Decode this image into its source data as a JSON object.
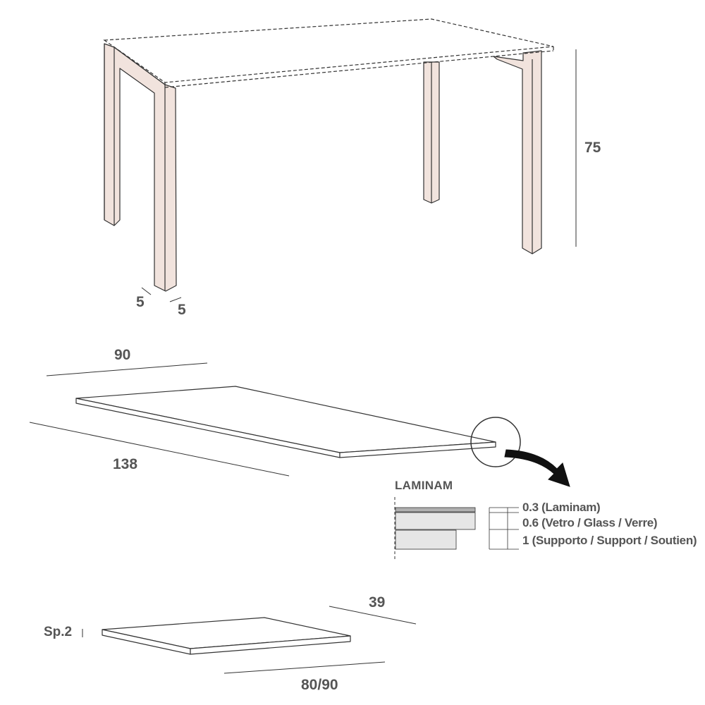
{
  "table_drawing": {
    "height_label": "75",
    "leg_width_label": "5",
    "leg_depth_label": "5"
  },
  "top_panel": {
    "width_label": "90",
    "length_label": "138"
  },
  "laminam_detail": {
    "title": "LAMINAM",
    "layers": [
      {
        "thickness_label": "0.3 (Laminam)"
      },
      {
        "thickness_label": "0.6 (Vetro / Glass / Verre)"
      },
      {
        "thickness_label": "1 (Supporto / Support / Soutien)"
      }
    ]
  },
  "extension_panel": {
    "thickness_label": "Sp.2",
    "depth_label": "39",
    "length_label": "80/90"
  },
  "colors": {
    "leg_fill": "#f1e3dd",
    "line": "#333333",
    "label_text": "#555555",
    "layer_fill": "#e6e6e6",
    "layer_top": "#b0b0b0"
  }
}
